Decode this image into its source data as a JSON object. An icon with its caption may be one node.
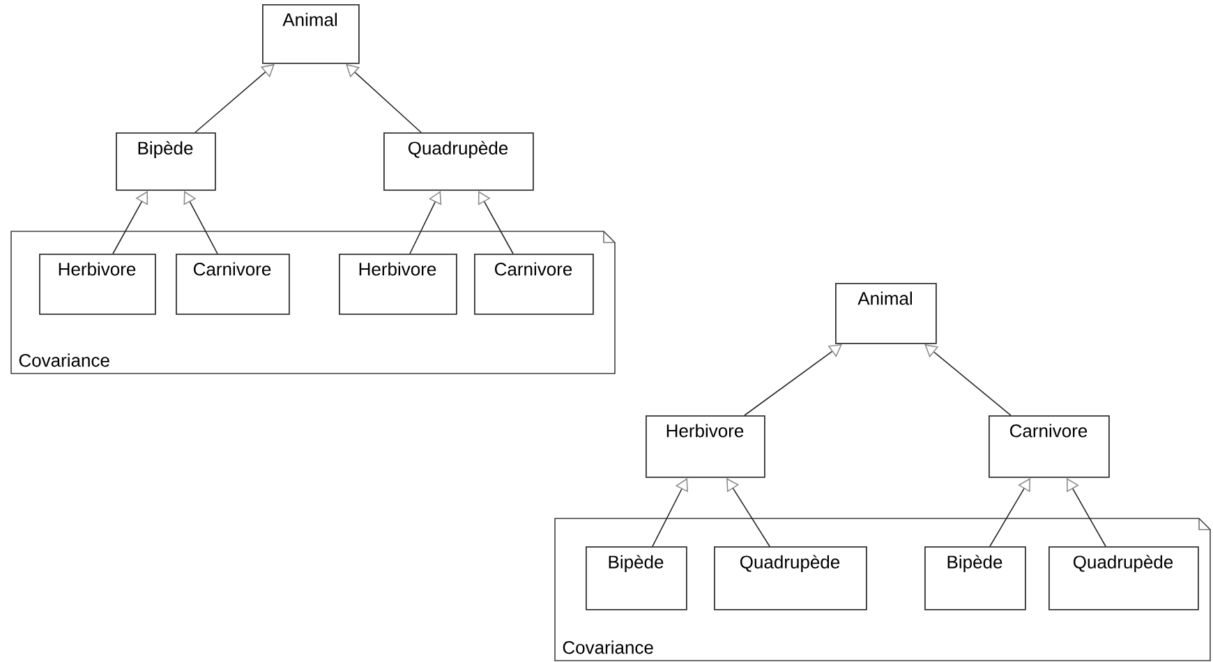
{
  "diagram": {
    "nodes": [
      {
        "text": [
          "Animal"
        ]
      },
      {
        "text": [
          "Bipède"
        ]
      },
      {
        "text": [
          "Quadrupède"
        ]
      },
      {
        "text": [
          "Covariance"
        ]
      },
      {
        "text": [
          "Herbivore"
        ],
        "in": 3
      },
      {
        "text": [
          "Carnivore"
        ],
        "in": 3
      },
      {
        "text": [
          "Herbivore"
        ],
        "in": 3
      },
      {
        "text": [
          "Carnivore"
        ],
        "in": 3
      },
      {
        "text": [
          "Animal"
        ]
      },
      {
        "text": [
          "Herbivore"
        ]
      },
      {
        "text": [
          "Carnivore"
        ]
      },
      {
        "text": [
          "Covariance"
        ]
      },
      {
        "text": [
          "Bipède"
        ],
        "in": 11
      },
      {
        "text": [
          "Quadrupède"
        ],
        "in": 11
      },
      {
        "text": [
          "Bipède"
        ],
        "in": 11
      },
      {
        "text": [
          "Quadrupède"
        ],
        "in": 11
      }
    ],
    "edges": [
      {
        "from": 1,
        "to": 0,
        "arrow": "to"
      },
      {
        "from": 2,
        "to": 0,
        "arrow": "to"
      },
      {
        "from": 4,
        "to": 1,
        "arrow": "to"
      },
      {
        "from": 5,
        "to": 1,
        "arrow": "to"
      },
      {
        "from": 6,
        "to": 2,
        "arrow": "to"
      },
      {
        "from": 7,
        "to": 2,
        "arrow": "to"
      },
      {
        "from": 9,
        "to": 8,
        "arrow": "to"
      },
      {
        "from": 10,
        "to": 8,
        "arrow": "to"
      },
      {
        "from": 12,
        "to": 9,
        "arrow": "to"
      },
      {
        "from": 13,
        "to": 9,
        "arrow": "to"
      },
      {
        "from": 14,
        "to": 10,
        "arrow": "to"
      },
      {
        "from": 15,
        "to": 10,
        "arrow": "to"
      }
    ]
  }
}
